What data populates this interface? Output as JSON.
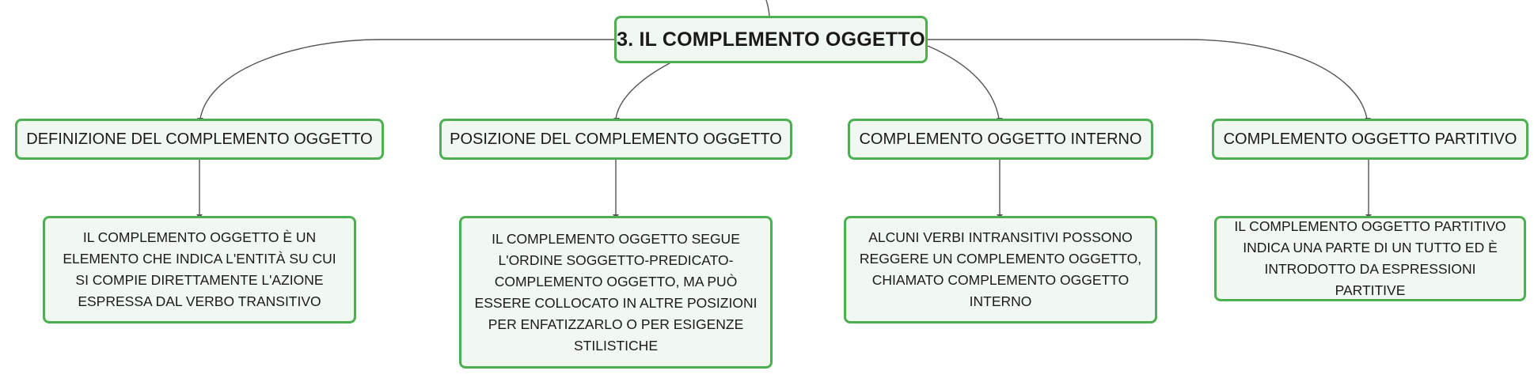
{
  "mindmap": {
    "root": "3. IL COMPLEMENTO OGGETTO",
    "topics": [
      {
        "label": "DEFINIZIONE DEL COMPLEMENTO OGGETTO",
        "detail": "IL COMPLEMENTO OGGETTO È UN ELEMENTO CHE INDICA L'ENTITÀ SU CUI SI COMPIE DIRETTAMENTE L'AZIONE ESPRESSA DAL VERBO TRANSITIVO"
      },
      {
        "label": "POSIZIONE DEL COMPLEMENTO OGGETTO",
        "detail": "IL COMPLEMENTO OGGETTO SEGUE L'ORDINE SOGGETTO-PREDICATO-COMPLEMENTO OGGETTO, MA PUÒ ESSERE COLLOCATO IN ALTRE POSIZIONI PER ENFATIZZARLO O PER ESIGENZE STILISTICHE"
      },
      {
        "label": "COMPLEMENTO OGGETTO INTERNO",
        "detail": "ALCUNI VERBI INTRANSITIVI POSSONO REGGERE UN COMPLEMENTO OGGETTO, CHIAMATO COMPLEMENTO OGGETTO INTERNO"
      },
      {
        "label": "COMPLEMENTO OGGETTO PARTITIVO",
        "detail": "IL COMPLEMENTO OGGETTO PARTITIVO INDICA UNA PARTE DI UN TUTTO ED È INTRODOTTO DA ESPRESSIONI PARTITIVE"
      }
    ]
  },
  "colors": {
    "node_border": "#4caf50",
    "node_fill": "#f1f8f1",
    "connector": "#555555",
    "text": "#1a1a1a"
  }
}
